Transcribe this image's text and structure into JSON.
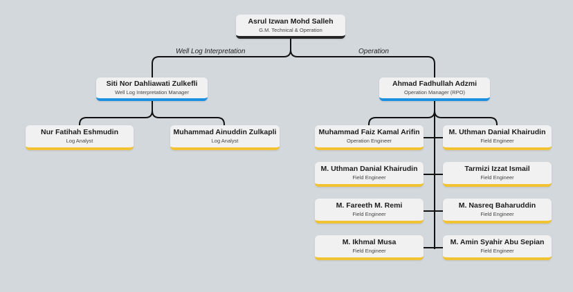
{
  "colors": {
    "background": "#d3d8dd",
    "line": "#111111",
    "executive_accent": "#262626",
    "manager_accent": "#1b8fe0",
    "staff_accent": "#f1c232"
  },
  "edge_labels": {
    "left": "Well Log Interpretation",
    "right": "Operation"
  },
  "nodes": {
    "gm": {
      "name": "Asrul Izwan Mohd Salleh",
      "role": "G.M. Technical & Operation"
    },
    "wli_mgr": {
      "name": "Siti Nor Dahliawati Zulkefli",
      "role": "Well Log Interpretation Manager"
    },
    "op_mgr": {
      "name": "Ahmad Fadhullah Adzmi",
      "role": "Operation Manager (RPO)"
    },
    "la1": {
      "name": "Nur Fatihah Eshmudin",
      "role": "Log Analyst"
    },
    "la2": {
      "name": "Muhammad Ainuddin Zulkapli",
      "role": "Log Analyst"
    },
    "oe1": {
      "name": "Muhammad Faiz Kamal Arifin",
      "role": "Operation Engineer"
    },
    "fe_r1": {
      "name": "M. Uthman Danial Khairudin",
      "role": "Field Engineer"
    },
    "fe_l2": {
      "name": "M. Uthman Danial Khairudin",
      "role": "Field Engineer"
    },
    "fe_r2": {
      "name": "Tarmizi Izzat Ismail",
      "role": "Field Engineer"
    },
    "fe_l3": {
      "name": "M. Fareeth M. Remi",
      "role": "Field Engineer"
    },
    "fe_r3": {
      "name": "M. Nasreq Baharuddin",
      "role": "Field Engineer"
    },
    "fe_l4": {
      "name": "M. Ikhmal Musa",
      "role": "Field Engineer"
    },
    "fe_r4": {
      "name": "M. Amin Syahir Abu Sepian",
      "role": "Field Engineer"
    }
  }
}
